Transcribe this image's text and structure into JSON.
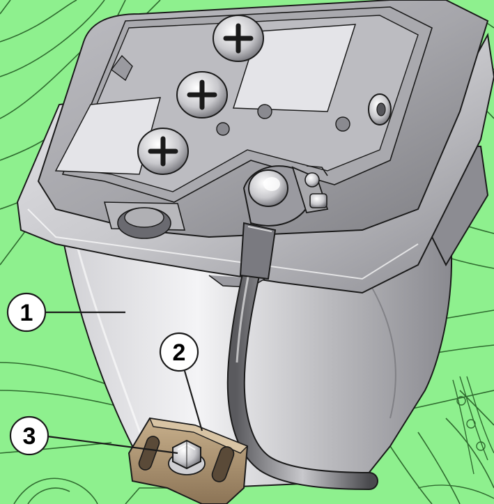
{
  "colors": {
    "background": "#8ef08e",
    "line_green": "#4a9a4a",
    "battery_light": "#f2f2f2",
    "battery_mid": "#c4c4c8",
    "battery_dark": "#7a7a80",
    "bracket": "#a89070",
    "outline": "#1a1a1a"
  },
  "callouts": [
    {
      "id": "1",
      "label": "1",
      "target": "battery-body"
    },
    {
      "id": "2",
      "label": "2",
      "target": "clamp-bracket"
    },
    {
      "id": "3",
      "label": "3",
      "target": "clamp-bolt"
    }
  ],
  "icons": [
    "plus-icon",
    "plus-icon",
    "plus-icon"
  ]
}
